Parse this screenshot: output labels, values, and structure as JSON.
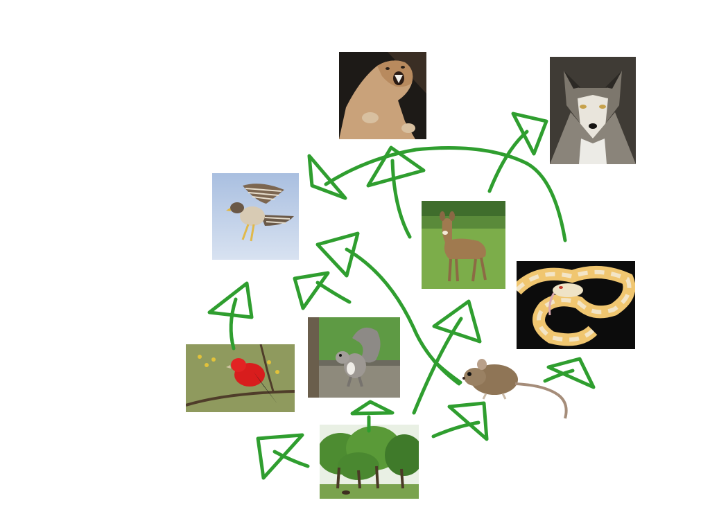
{
  "diagram": {
    "arrow_color": "#2f9e2f",
    "nodes": [
      {
        "id": "cougar",
        "icon": "cougar-photo"
      },
      {
        "id": "wolf",
        "icon": "wolf-photo"
      },
      {
        "id": "hawk",
        "icon": "hawk-photo"
      },
      {
        "id": "deer",
        "icon": "deer-photo"
      },
      {
        "id": "snake",
        "icon": "snake-photo"
      },
      {
        "id": "tanager",
        "icon": "red-bird-photo"
      },
      {
        "id": "squirrel",
        "icon": "squirrel-photo"
      },
      {
        "id": "mouse",
        "icon": "mouse-photo"
      },
      {
        "id": "trees",
        "icon": "oak-trees-photo"
      }
    ],
    "links": [
      {
        "from": "trees",
        "to": "tanager"
      },
      {
        "from": "trees",
        "to": "squirrel"
      },
      {
        "from": "trees",
        "to": "deer"
      },
      {
        "from": "trees",
        "to": "mouse"
      },
      {
        "from": "tanager",
        "to": "hawk"
      },
      {
        "from": "squirrel",
        "to": "hawk"
      },
      {
        "from": "mouse",
        "to": "hawk"
      },
      {
        "from": "mouse",
        "to": "snake"
      },
      {
        "from": "deer",
        "to": "wolf"
      },
      {
        "from": "deer",
        "to": "cougar"
      },
      {
        "from": "snake",
        "to": "cougar"
      }
    ]
  }
}
